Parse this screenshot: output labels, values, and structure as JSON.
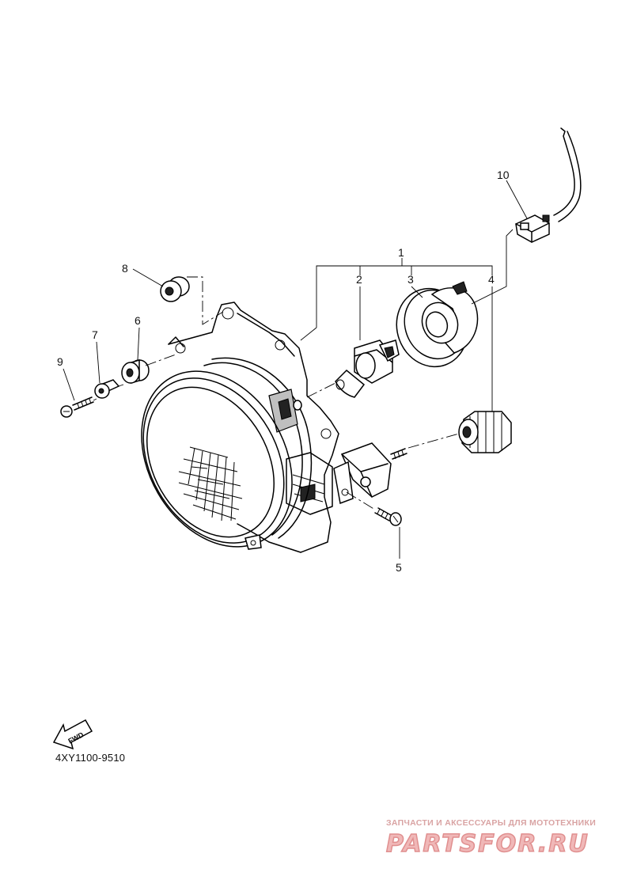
{
  "diagram": {
    "callouts": {
      "c1": "1",
      "c2": "2",
      "c3": "3",
      "c4": "4",
      "c5": "5",
      "c6": "6",
      "c7": "7",
      "c8": "8",
      "c9": "9",
      "c10": "10"
    },
    "fwd_label": "FWD",
    "code": "4XY1100-9510"
  },
  "watermark": {
    "tagline": "ЗАПЧАСТИ И АКСЕССУАРЫ ДЛЯ МОТОТЕХНИКИ",
    "logo_text": "PARTSFOR.RU"
  }
}
